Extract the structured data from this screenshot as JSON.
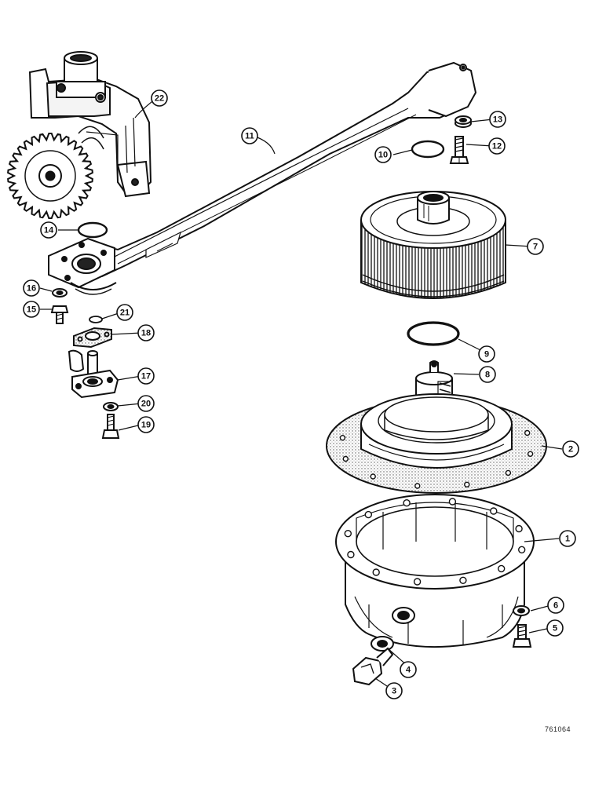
{
  "figure": {
    "reference_code": "761064"
  },
  "callouts": [
    {
      "id": "c1",
      "number": "1"
    },
    {
      "id": "c2",
      "number": "2"
    },
    {
      "id": "c3",
      "number": "3"
    },
    {
      "id": "c4",
      "number": "4"
    },
    {
      "id": "c5",
      "number": "5"
    },
    {
      "id": "c6",
      "number": "6"
    },
    {
      "id": "c7",
      "number": "7"
    },
    {
      "id": "c8",
      "number": "8"
    },
    {
      "id": "c9",
      "number": "9"
    },
    {
      "id": "c10",
      "number": "10"
    },
    {
      "id": "c11",
      "number": "11"
    },
    {
      "id": "c12",
      "number": "12"
    },
    {
      "id": "c13",
      "number": "13"
    },
    {
      "id": "c14",
      "number": "14"
    },
    {
      "id": "c15",
      "number": "15"
    },
    {
      "id": "c16",
      "number": "16"
    },
    {
      "id": "c17",
      "number": "17"
    },
    {
      "id": "c18",
      "number": "18"
    },
    {
      "id": "c19",
      "number": "19"
    },
    {
      "id": "c20",
      "number": "20"
    },
    {
      "id": "c21",
      "number": "21"
    },
    {
      "id": "c22",
      "number": "22"
    }
  ]
}
